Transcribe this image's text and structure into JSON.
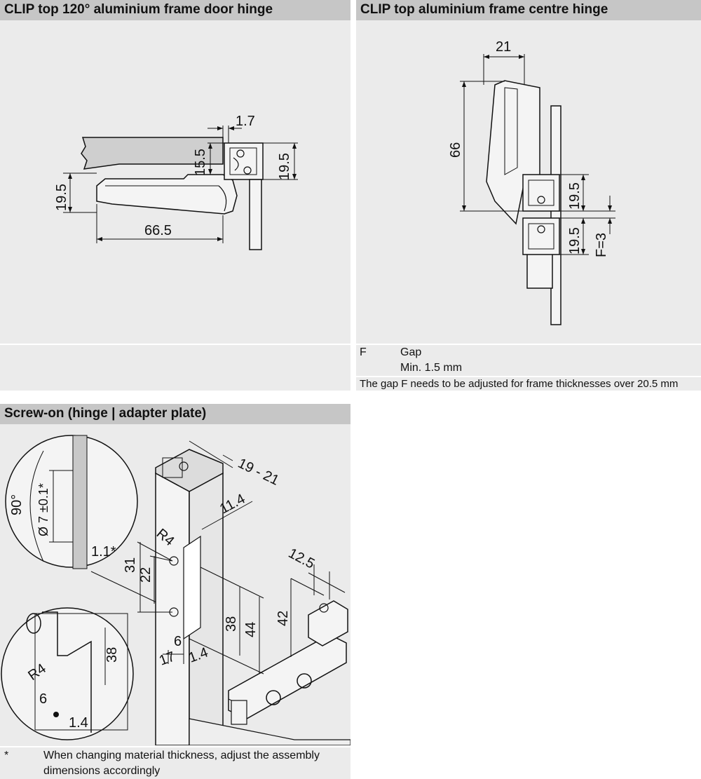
{
  "panels": {
    "door_hinge": {
      "title": "CLIP top 120° aluminium frame door hinge",
      "dims": {
        "d1": "1.7",
        "d2": "15.5",
        "d3": "19.5",
        "d4": "19.5",
        "d5": "66.5"
      }
    },
    "centre_hinge": {
      "title": "CLIP top aluminium frame centre hinge",
      "dims": {
        "d1": "21",
        "d2": "66",
        "d3": "19.5",
        "d4": "19.5",
        "d5": "F=3"
      },
      "legend": {
        "symbol": "F",
        "term": "Gap",
        "value": "Min. 1.5 mm"
      },
      "note": "The gap F needs to be adjusted for frame thicknesses over 20.5 mm"
    },
    "screw_on": {
      "title": "Screw-on (hinge | adapter plate)",
      "dims": {
        "angle": "90°",
        "diameter": "Ø 7 ±0.1*",
        "d_1_1": "1.1*",
        "d_19_21": "19 - 21",
        "d_11_4": "11.4",
        "r4": "R4",
        "d31": "31",
        "d22": "22",
        "d38": "38",
        "d44": "44",
        "d42": "42",
        "d12_5": "12.5",
        "d6": "6",
        "d17": "17",
        "d1_4": "1.4",
        "detail_r4": "R4",
        "detail_6": "6",
        "detail_1_4": "1.4",
        "detail_38": "38"
      },
      "footnote": {
        "symbol": "*",
        "text": "When changing material thickness, adjust the assembly dimensions accordingly"
      }
    }
  },
  "colors": {
    "panel_bg": "#ebebeb",
    "title_bg": "#c6c6c6",
    "line": "#111111",
    "frame_grey": "#c8c8c8"
  }
}
